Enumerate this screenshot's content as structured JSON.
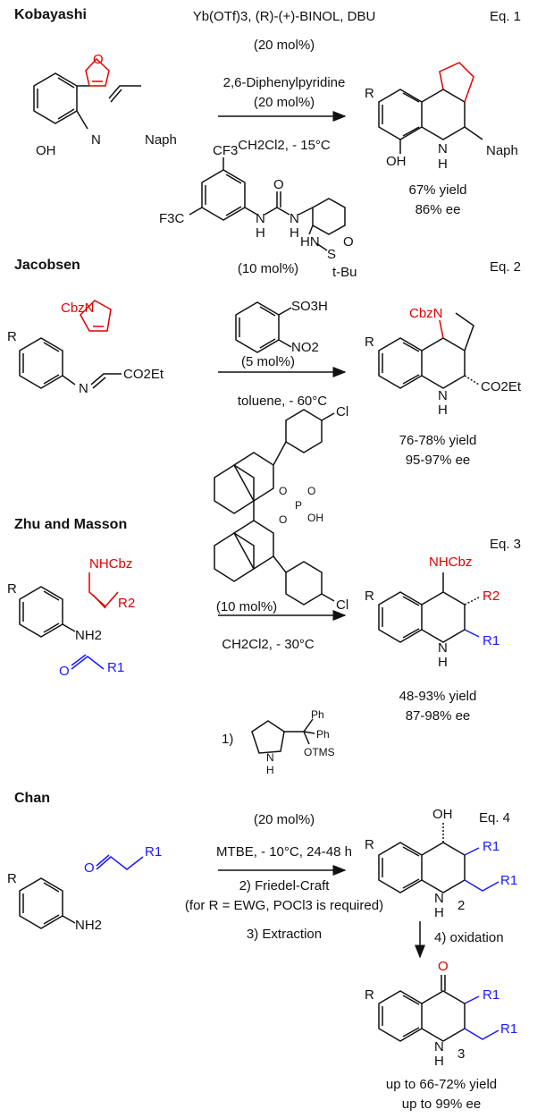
{
  "eq1": {
    "author": "Kobayashi",
    "eq": "Eq. 1",
    "cond1": "Yb(OTf)3, (R)-(+)-BINOL, DBU",
    "cond2": "(20 mol%)",
    "cond3": "2,6-Diphenylpyridine",
    "cond4": "(20 mol%)",
    "cond5": "CH2Cl2, - 15°C",
    "reactant_substituent": "Naph",
    "reactant_n": "N",
    "reactant_oh": "OH",
    "dienophile_o": "O",
    "product_r": "R",
    "product_oh": "OH",
    "product_nh": "N",
    "product_h": "H",
    "product_naph": "Naph",
    "yield": "67% yield",
    "ee": "86% ee"
  },
  "eq2": {
    "author": "Jacobsen",
    "eq": "Eq. 2",
    "cat_cf3_top": "CF3",
    "cat_f3c": "F3C",
    "cat_o": "O",
    "cat_n1": "N",
    "cat_h1": "H",
    "cat_n2": "N",
    "cat_h2": "H",
    "cat_hn": "HN",
    "cat_s": "S",
    "cat_o_minus": "O",
    "cat_tbu": "t-Bu",
    "loading": "(10 mol%)",
    "acid_so3h": "SO3H",
    "acid_no2": "NO2",
    "acid_loading": "(5 mol%)",
    "cond": "toluene, - 60°C",
    "dienophile": "CbzN",
    "reactant_r": "R",
    "reactant_n": "N",
    "reactant_ester": "CO2Et",
    "product_r": "R",
    "product_cbzn": "CbzN",
    "product_n": "N",
    "product_h": "H",
    "product_ester": "CO2Et",
    "yield": "76-78% yield",
    "ee": "95-97% ee"
  },
  "eq3": {
    "author": "Zhu and Masson",
    "eq": "Eq. 3",
    "cat_cl1": "Cl",
    "cat_cl2": "Cl",
    "cat_o1": "O",
    "cat_o2": "O",
    "cat_p": "P",
    "cat_o3": "O",
    "cat_oh": "OH",
    "loading": "(10 mol%)",
    "cond": "CH2Cl2, - 30°C",
    "enamide": "NHCbz",
    "enamide_r2": "R2",
    "reactant_r": "R",
    "reactant_nh2": "NH2",
    "aldehyde_o": "O",
    "aldehyde_r1": "R1",
    "product_nhcbz": "NHCbz",
    "product_r": "R",
    "product_r2": "R2",
    "product_r1": "R1",
    "product_n": "N",
    "product_h": "H",
    "yield": "48-93% yield",
    "ee": "87-98% ee"
  },
  "eq4": {
    "author": "Chan",
    "eq": "Eq. 4",
    "step1": "1)",
    "cat_ph1": "Ph",
    "cat_ph2": "Ph",
    "cat_otms": "OTMS",
    "cat_n": "N",
    "cat_h": "H",
    "loading": "(20 mol%)",
    "cond1": "MTBE, - 10°C, 24-48 h",
    "step2": "2) Friedel-Craft",
    "step2_note": "(for R = EWG, POCl3 is required)",
    "step3": "3) Extraction",
    "step4": "4) oxidation",
    "reactant_r": "R",
    "reactant_nh2": "NH2",
    "aldehyde_o": "O",
    "aldehyde_r1": "R1",
    "product2_oh": "OH",
    "product2_r": "R",
    "product2_r1a": "R1",
    "product2_r1b": "R1",
    "product2_n": "N",
    "product2_h": "H",
    "product2_label": "2",
    "product3_o": "O",
    "product3_r": "R",
    "product3_r1a": "R1",
    "product3_r1b": "R1",
    "product3_n": "N",
    "product3_h": "H",
    "product3_label": "3",
    "yield": "up to 66-72% yield",
    "ee": "up to 99% ee"
  }
}
